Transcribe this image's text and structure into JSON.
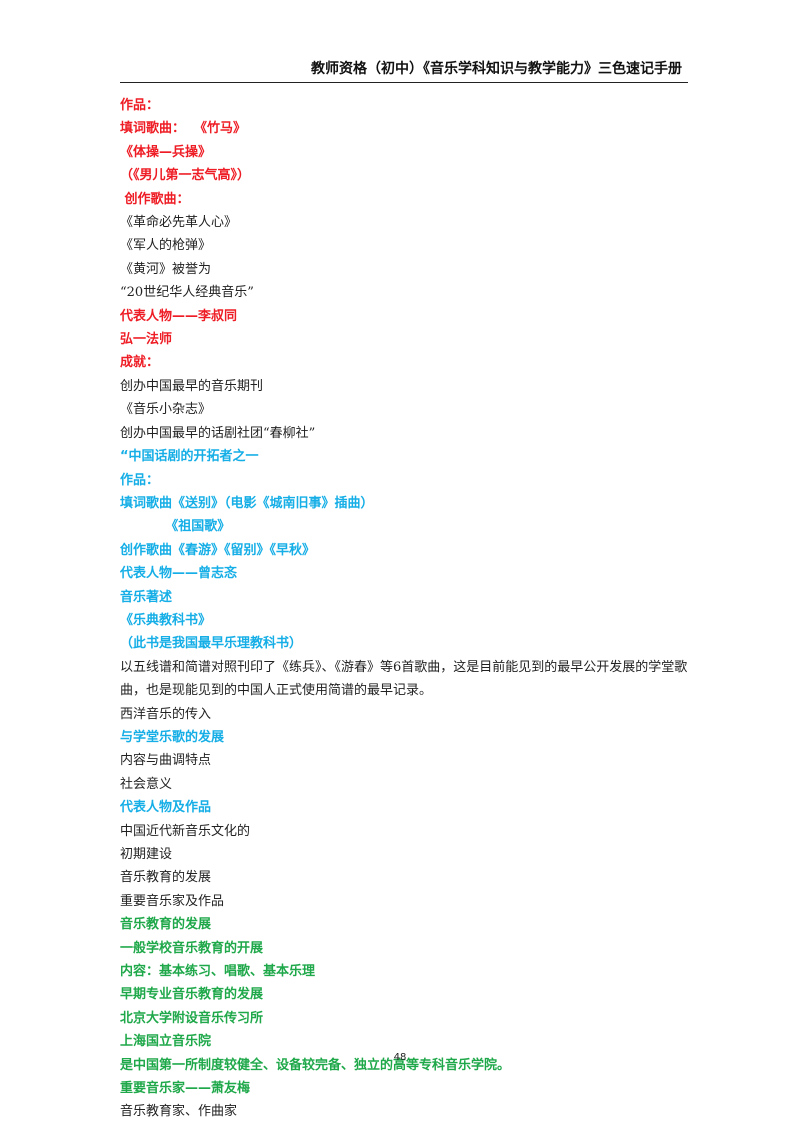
{
  "header": {
    "title": "教师资格（初中）《音乐学科知识与教学能力》三色速记手册"
  },
  "lines": [
    {
      "text": "作品：",
      "color": "red",
      "bold": true
    },
    {
      "text": "填词歌曲：  《竹马》",
      "color": "red",
      "bold": true
    },
    {
      "text": "《体操—兵操》",
      "color": "red",
      "bold": true
    },
    {
      "text": "（《男儿第一志气高》）",
      "color": "red",
      "bold": true
    },
    {
      "text": " 创作歌曲：",
      "color": "red",
      "bold": true
    },
    {
      "text": "《革命必先革人心》",
      "color": "black",
      "bold": false
    },
    {
      "text": "《军人的枪弹》",
      "color": "black",
      "bold": false
    },
    {
      "text": "《黄河》被誉为",
      "color": "black",
      "bold": false
    },
    {
      "text": "“20世纪华人经典音乐”",
      "color": "black",
      "bold": false
    },
    {
      "text": "代表人物——李叔同",
      "color": "red",
      "bold": true
    },
    {
      "text": "弘一法师",
      "color": "red",
      "bold": true
    },
    {
      "text": "成就：",
      "color": "red",
      "bold": true
    },
    {
      "text": "创办中国最早的音乐期刊",
      "color": "black",
      "bold": false
    },
    {
      "text": "《音乐小杂志》",
      "color": "black",
      "bold": false
    },
    {
      "text": "创办中国最早的话剧社团“春柳社”",
      "color": "black",
      "bold": false
    },
    {
      "text": "“中国话剧的开拓者之一",
      "color": "blue",
      "bold": true
    },
    {
      "text": "作品：",
      "color": "blue",
      "bold": true
    },
    {
      "text": "填词歌曲《送别》（电影《城南旧事》插曲）",
      "color": "blue",
      "bold": true
    },
    {
      "text": "          《祖国歌》",
      "color": "blue",
      "bold": true
    },
    {
      "text": "创作歌曲《春游》《留别》《早秋》",
      "color": "blue",
      "bold": true
    },
    {
      "text": "代表人物——曾志忞",
      "color": "blue",
      "bold": true
    },
    {
      "text": "音乐著述",
      "color": "blue",
      "bold": true
    },
    {
      "text": "《乐典教科书》",
      "color": "blue",
      "bold": true
    },
    {
      "text": "（此书是我国最早乐理教科书）",
      "color": "blue",
      "bold": true
    },
    {
      "text": "以五线谱和简谱对照刊印了《练兵》、《游春》等6首歌曲，这是目前能见到的最早公开发展的学堂歌曲，也是现能见到的中国人正式使用简谱的最早记录。",
      "color": "black",
      "bold": false
    },
    {
      "text": "西洋音乐的传入",
      "color": "black",
      "bold": false
    },
    {
      "text": "与学堂乐歌的发展",
      "color": "blue",
      "bold": true
    },
    {
      "text": "内容与曲调特点",
      "color": "black",
      "bold": false
    },
    {
      "text": "社会意义",
      "color": "black",
      "bold": false
    },
    {
      "text": "代表人物及作品",
      "color": "blue",
      "bold": true
    },
    {
      "text": "中国近代新音乐文化的",
      "color": "black",
      "bold": false
    },
    {
      "text": "初期建设",
      "color": "black",
      "bold": false
    },
    {
      "text": "音乐教育的发展",
      "color": "black",
      "bold": false
    },
    {
      "text": "重要音乐家及作品",
      "color": "black",
      "bold": false
    },
    {
      "text": "音乐教育的发展",
      "color": "green",
      "bold": true
    },
    {
      "text": "一般学校音乐教育的开展",
      "color": "green",
      "bold": true
    },
    {
      "text": "内容：基本练习、唱歌、基本乐理",
      "color": "green",
      "bold": true
    },
    {
      "text": "早期专业音乐教育的发展",
      "color": "green",
      "bold": true
    },
    {
      "text": "北京大学附设音乐传习所",
      "color": "green",
      "bold": true
    },
    {
      "text": "上海国立音乐院",
      "color": "green",
      "bold": true
    },
    {
      "text": "是中国第一所制度较健全、设备较完备、独立的高等专科音乐学院。",
      "color": "green",
      "bold": true
    },
    {
      "text": "重要音乐家——萧友梅",
      "color": "green",
      "bold": true
    },
    {
      "text": "音乐教育家、作曲家",
      "color": "black",
      "bold": false
    }
  ],
  "page_number": "48"
}
